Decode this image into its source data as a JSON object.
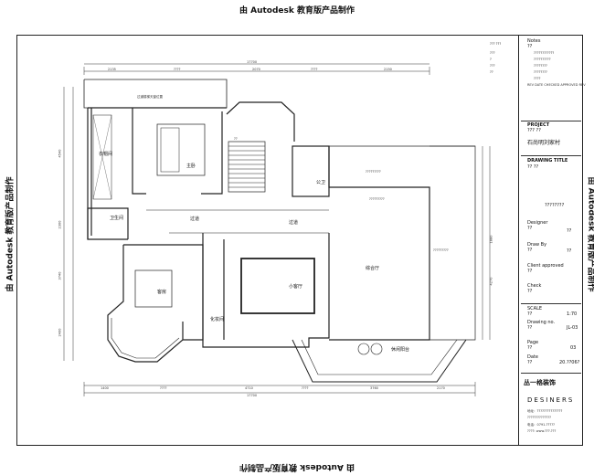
{
  "watermark": {
    "text": "由 Autodesk 教育版产品制作"
  },
  "notes": {
    "heading": "Notes",
    "line1": "??",
    "legend": [
      {
        "sym": "??? ???",
        "desc": "????????????"
      },
      {
        "sym": "???",
        "desc": "??????????"
      },
      {
        "sym": "?",
        "desc": "????????"
      },
      {
        "sym": "???",
        "desc": "????????"
      },
      {
        "sym": "??",
        "desc": "????"
      }
    ],
    "rev_header": "REV  DATE  CHECKED  APPROVED  REV"
  },
  "title_block": {
    "project_label": "PROJECT",
    "project_value": "??? ??",
    "project_name": "石尚明刘家村",
    "drawing_title_label": "DRAWING TITLE",
    "drawing_title_value": "?? ??",
    "drawing_title_name": "????????",
    "designer_label": "Designer",
    "designer_value": "??",
    "designer_sig": "??",
    "drawn_by_label": "Draw By",
    "drawn_by_value": "??",
    "drawn_by_sig": "??",
    "client_label": "Client approved",
    "client_value": "??",
    "check_label": "Check",
    "check_value": "??",
    "scale_label": "SCALE",
    "scale_value": "??",
    "scale_ratio": "1:70",
    "drawing_no_label": "Drawing no.",
    "drawing_no_value": "??",
    "drawing_no_code": "JL-03",
    "page_label": "Page",
    "page_value": "??",
    "page_no": "03",
    "date_label": "Date",
    "date_value": "??",
    "date_text": "20.??06?",
    "logo": "丛一格装饰",
    "brand": "DESINERS",
    "addr1": "地址：???????????????",
    "addr2": "??????????????",
    "tel": "电话：0791-?????",
    "web": "????: www.???.???"
  },
  "rooms": {
    "cloakroom": "衣帽间",
    "master_bed": "主卧",
    "bath": "卫生间",
    "corridor_1": "过道",
    "corridor_2": "过道",
    "public_wc": "公卫",
    "guest_room": "客房",
    "dressing": "化妆间",
    "small_living": "小客厅",
    "lounge": "综合厅",
    "balcony": "休闲阳台",
    "skylight_1": "过道楼梯天窗位置",
    "skylight_2": "?????????",
    "roof_top": "?????????",
    "roof_right": "?????????",
    "stair_note": "??"
  },
  "dimensions": {
    "top_total": "17700",
    "bottom_total": "17700",
    "top_segments": [
      "2135",
      "????",
      "2070",
      "????",
      "2150"
    ],
    "bottom_segments": [
      "1400",
      "????",
      "4710",
      "????",
      "3760",
      "2170"
    ],
    "left_segments": [
      "4540",
      "2300",
      "3740",
      "2400"
    ],
    "right_segments": [
      "1880",
      "4270"
    ]
  }
}
